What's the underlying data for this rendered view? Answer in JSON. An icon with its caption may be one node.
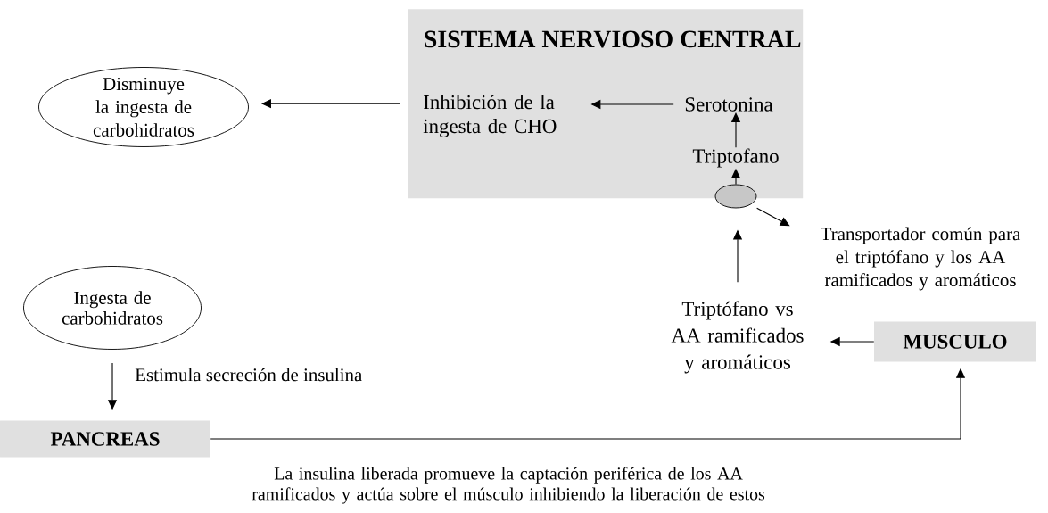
{
  "diagram": {
    "nodes": [
      {
        "text": [
          "SISTEMA NERVIOSO CENTRAL"
        ]
      },
      {
        "text": [
          "Inhibición de la ingesta de CHO"
        ],
        "in": 0
      },
      {
        "text": [
          "Serotonina"
        ],
        "in": 0
      },
      {
        "text": [
          "Triptofano"
        ],
        "in": 0
      },
      {
        "text": [],
        "shape": "circle"
      },
      {
        "text": [
          "Disminuye la ingesta de carbohidratos"
        ]
      },
      {
        "text": [
          "Transportador común para el triptófano y los AA ramificados y aromáticos"
        ]
      },
      {
        "text": [
          "Ingesta de carbohidratos"
        ]
      },
      {
        "text": [
          "Triptófano vs AA ramificados y aromáticos"
        ]
      },
      {
        "text": [
          "MUSCULO"
        ]
      },
      {
        "text": [
          "PANCREAS"
        ]
      }
    ],
    "edges": [
      {
        "from": 0,
        "to": 5,
        "arrow": "to"
      },
      {
        "from": 2,
        "to": 1,
        "arrow": "to"
      },
      {
        "from": 3,
        "to": 2,
        "arrow": "to"
      },
      {
        "from": 4,
        "to": 3,
        "arrow": "to"
      },
      {
        "from": 8,
        "to": 4,
        "arrow": "to"
      },
      {
        "from": 4,
        "to": 6,
        "arrow": "to"
      },
      {
        "from": 9,
        "to": 8,
        "arrow": "to"
      },
      {
        "from": 7,
        "to": 10,
        "arrow": "to",
        "label": "Estimula secreción de insulina"
      },
      {
        "from": 10,
        "to": 9,
        "arrow": "to"
      }
    ],
    "labels": [
      "La insulina liberada promueve la captación periférica de los AA ramificados y actúa sobre el músculo inhibiendo la liberación de estos"
    ]
  }
}
